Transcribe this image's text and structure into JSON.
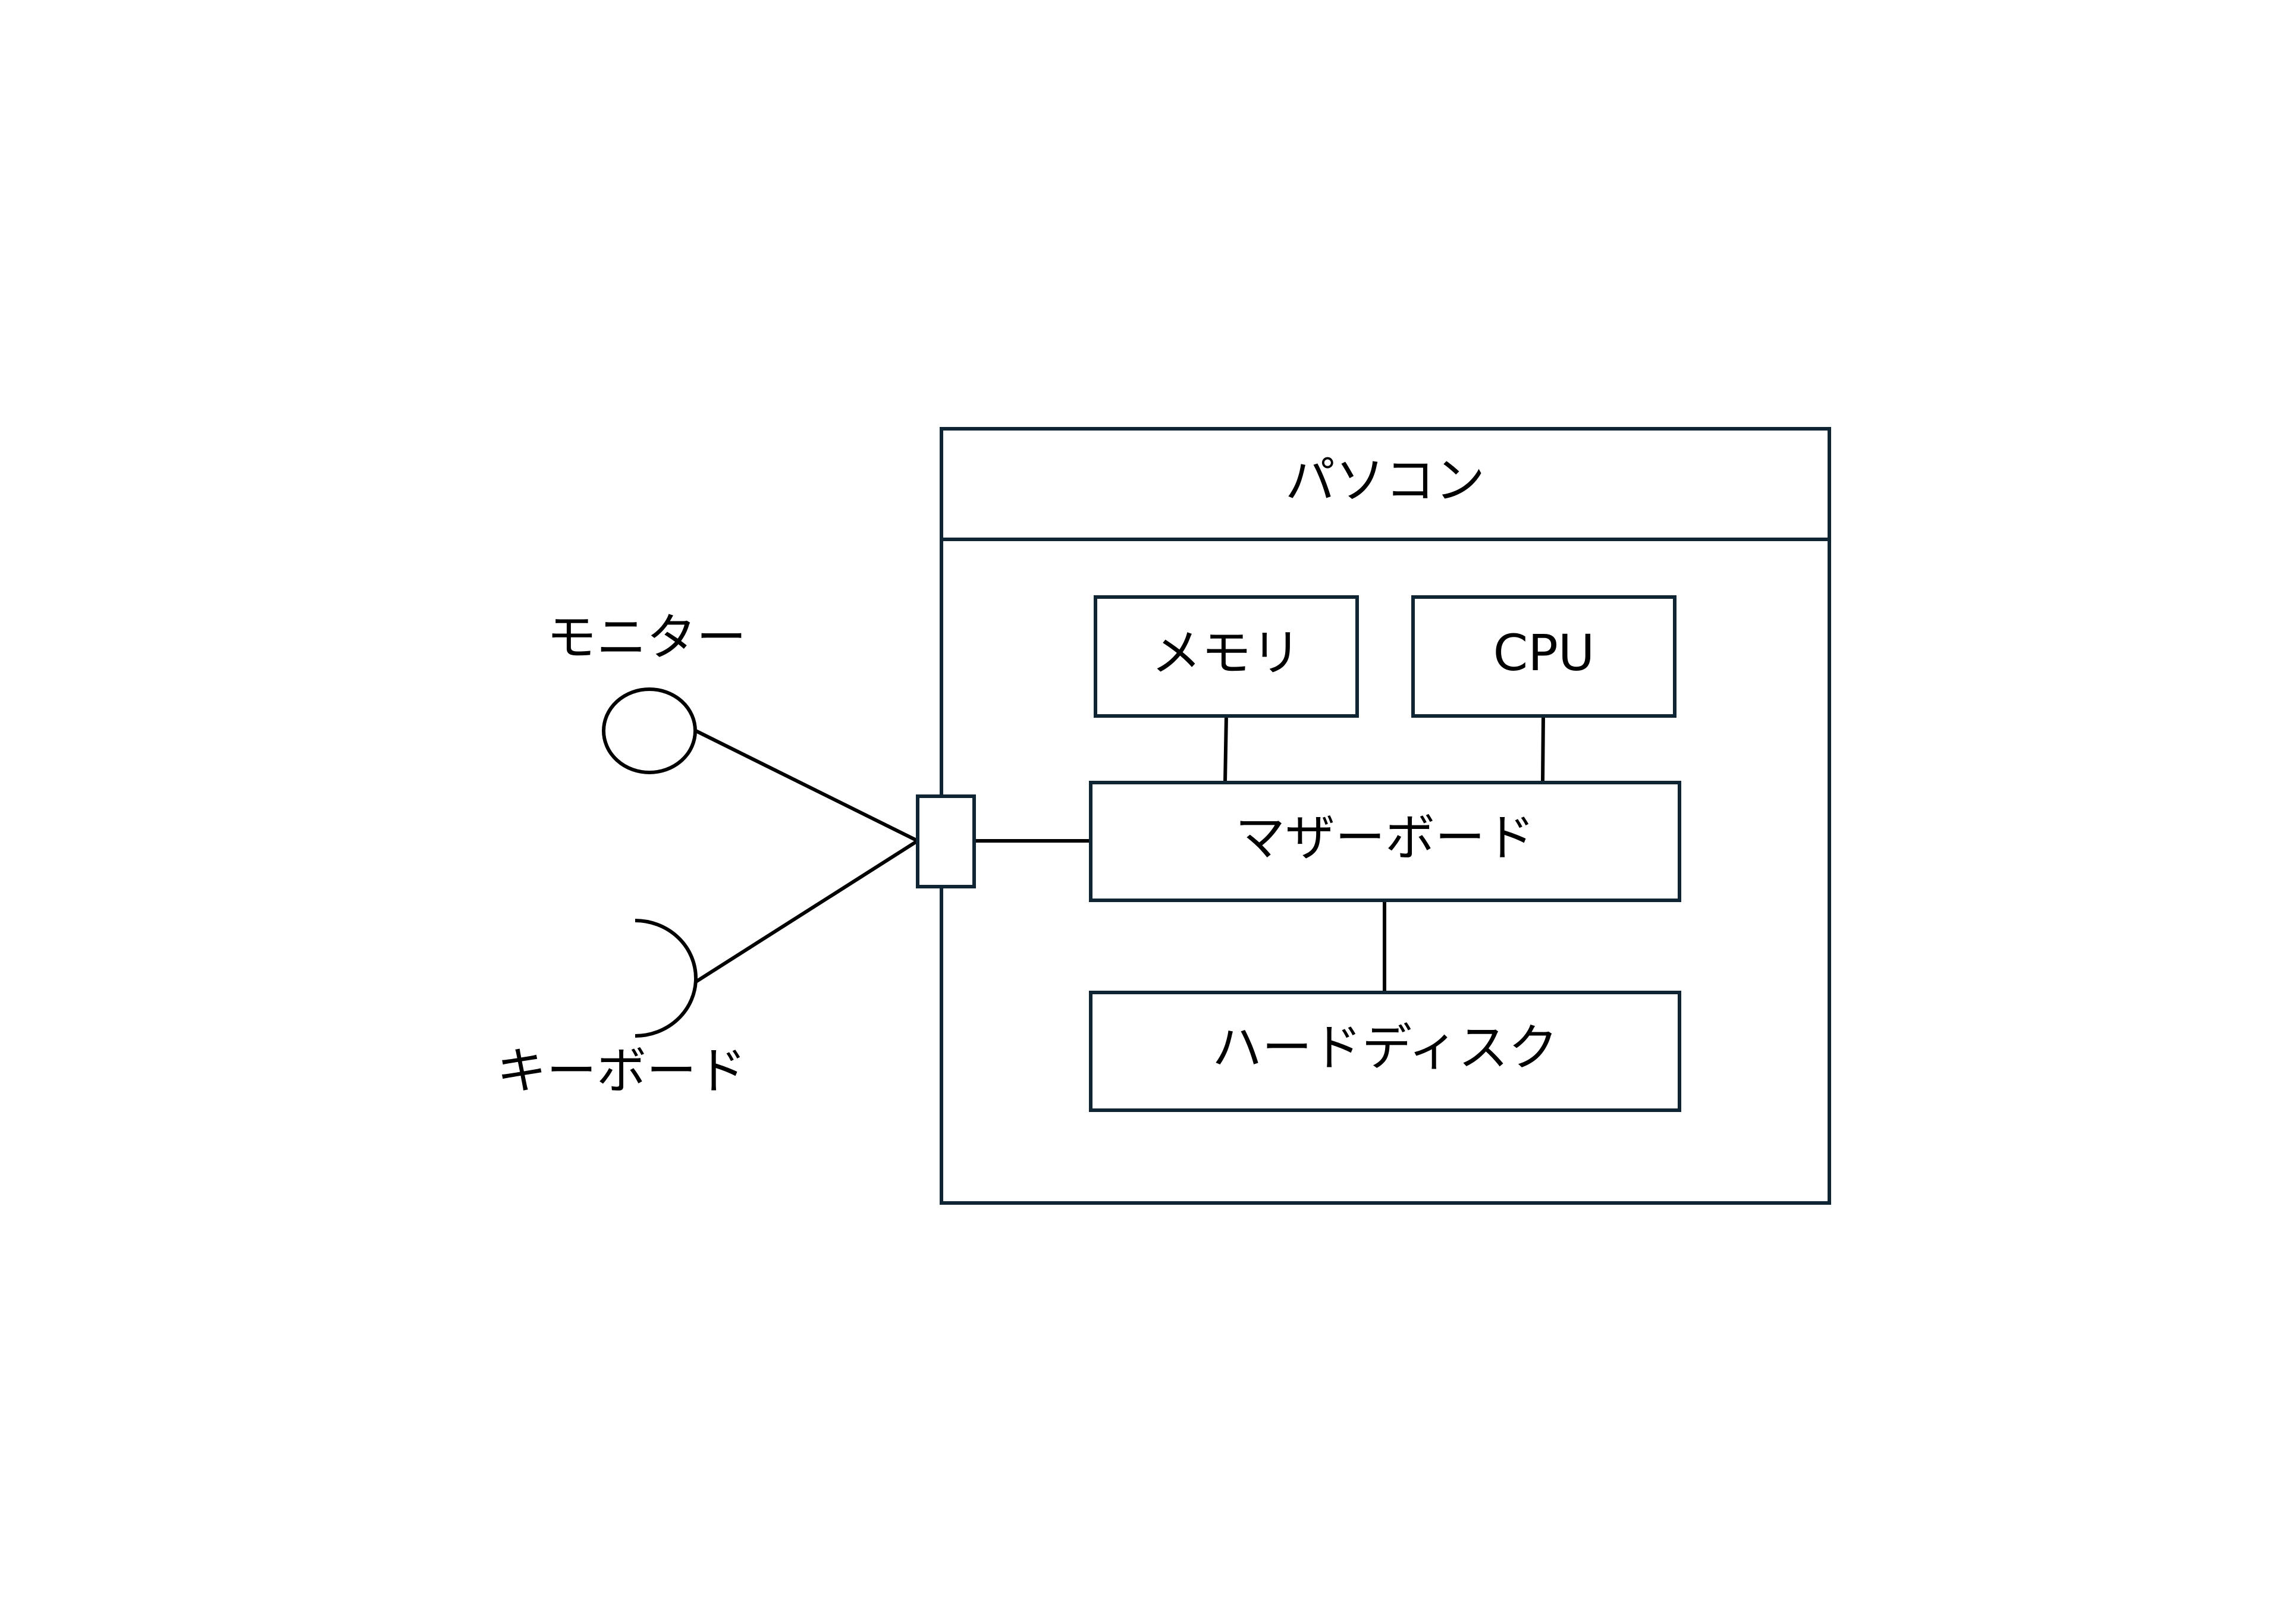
{
  "colors": {
    "stroke": "#0f2533",
    "line": "#000000",
    "background": "#ffffff"
  },
  "component": {
    "title": "パソコン",
    "parts": {
      "memory": "メモリ",
      "cpu": "CPU",
      "motherboard": "マザーボード",
      "hard_disk": "ハードディスク"
    }
  },
  "interfaces": {
    "provided": "モニター",
    "required": "キーボード"
  }
}
